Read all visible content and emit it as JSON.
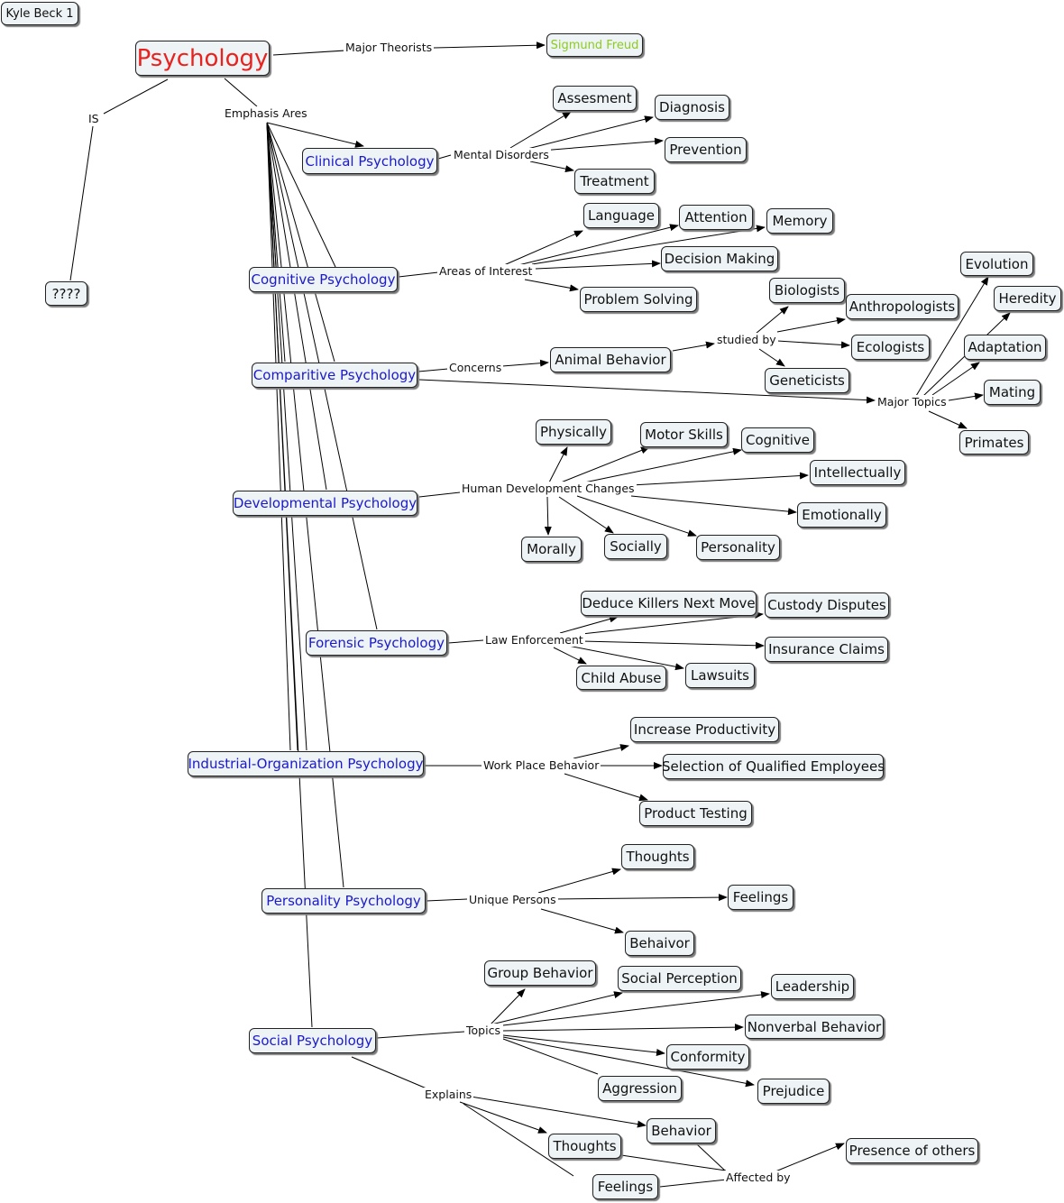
{
  "author": "Kyle Beck 1",
  "root": "Psychology",
  "links": {
    "major_theorists": "Major Theorists",
    "is": "IS",
    "emphasis": "Emphasis Ares",
    "mental_disorders": "Mental Disorders",
    "areas_of_interest": "Areas of Interest",
    "concerns": "Concerns",
    "studied_by": "studied by",
    "major_topics": "Major Topics",
    "human_dev": "Human Development Changes",
    "law_enf": "Law Enforcement",
    "work_place": "Work Place Behavior",
    "unique_persons": "Unique Persons",
    "topics": "Topics",
    "explains": "Explains",
    "affected_by": "Affected by"
  },
  "nodes": {
    "freud": "Sigmund Freud",
    "unknown": "????",
    "clinical": "Clinical Psychology",
    "cognitive": "Cognitive Psychology",
    "comparative": "Comparitive Psychology",
    "developmental": "Developmental Psychology",
    "forensic": "Forensic Psychology",
    "industrial": "Industrial-Organization Psychology",
    "personality": "Personality Psychology",
    "social": "Social Psychology",
    "assesment": "Assesment",
    "diagnosis": "Diagnosis",
    "prevention": "Prevention",
    "treatment": "Treatment",
    "language": "Language",
    "attention": "Attention",
    "memory": "Memory",
    "decision": "Decision Making",
    "problem": "Problem Solving",
    "animal": "Animal Behavior",
    "biologists": "Biologists",
    "anthropologists": "Anthropologists",
    "ecologists": "Ecologists",
    "geneticists": "Geneticists",
    "evolution": "Evolution",
    "heredity": "Heredity",
    "adaptation": "Adaptation",
    "mating": "Mating",
    "primates": "Primates",
    "physically": "Physically",
    "motor": "Motor Skills",
    "cognitive_dev": "Cognitive",
    "intellectually": "Intellectually",
    "emotionally": "Emotionally",
    "morally": "Morally",
    "socially": "Socially",
    "personality_dev": "Personality",
    "deduce": "Deduce Killers Next Move",
    "custody": "Custody Disputes",
    "insurance": "Insurance Claims",
    "child_abuse": "Child Abuse",
    "lawsuits": "Lawsuits",
    "productivity": "Increase Productivity",
    "selection": "Selection of Qualified Employees",
    "product_testing": "Product Testing",
    "thoughts1": "Thoughts",
    "feelings1": "Feelings",
    "behavior1": "Behaivor",
    "group": "Group Behavior",
    "perception": "Social Perception",
    "leadership": "Leadership",
    "nonverbal": "Nonverbal Behavior",
    "conformity": "Conformity",
    "aggression": "Aggression",
    "prejudice": "Prejudice",
    "behavior2": "Behavior",
    "thoughts2": "Thoughts",
    "feelings2": "Feelings",
    "presence": "Presence of others"
  }
}
